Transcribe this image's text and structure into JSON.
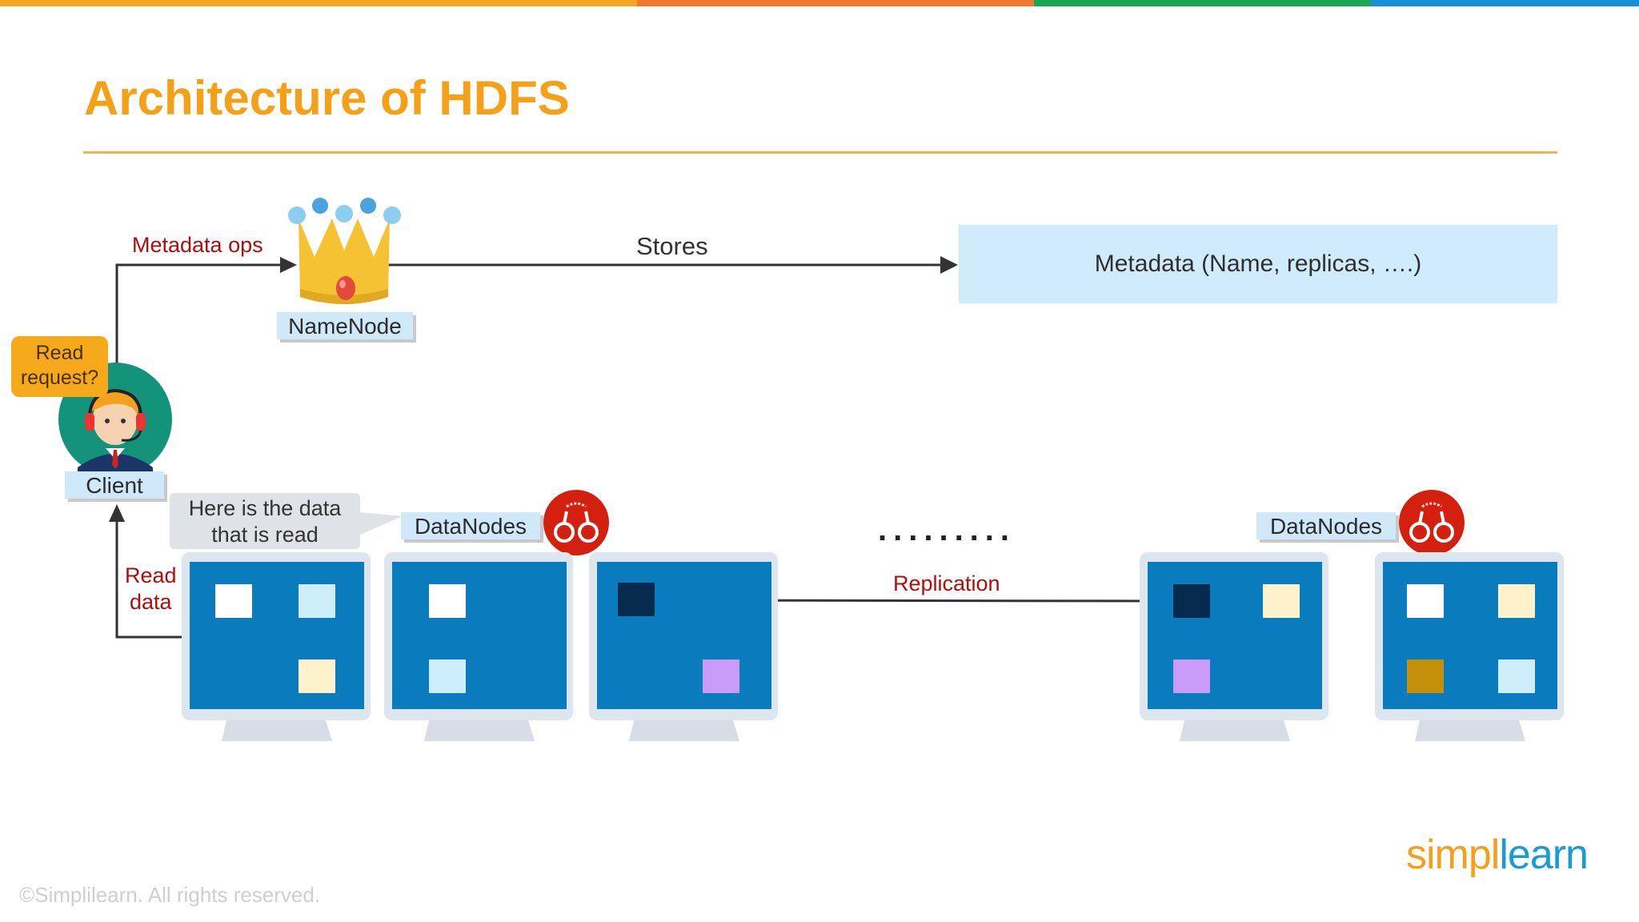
{
  "slide": {
    "title": "Architecture of HDFS",
    "copyright": "©Simplilearn. All rights reserved.",
    "brand": {
      "part1": "simpl",
      "part2": "learn"
    }
  },
  "diagram": {
    "namenode_label": "NameNode",
    "client_label": "Client",
    "datanodes_label_left": "DataNodes",
    "datanodes_label_right": "DataNodes",
    "metadata_box": "Metadata (Name, replicas, ….)",
    "stores_label": "Stores",
    "metadata_ops_label": "Metadata ops",
    "read_request_line1": "Read",
    "read_request_line2": "request?",
    "read_data_line1": "Read",
    "read_data_line2": "data",
    "data_read_line1": "Here is the data",
    "data_read_line2": "that is read",
    "replication_label": "Replication",
    "ellipsis": "........."
  },
  "colors": {
    "accent_title": "#f5a016",
    "arrow_red_text": "#b00d0d",
    "monitor_screen": "#0a7bbd",
    "block_white": "#ffffff",
    "block_lightblue": "#cfeefb",
    "block_cream": "#fdf2cc",
    "block_navy": "#062b4f",
    "block_purple": "#c89cf8",
    "block_gold": "#c4900a",
    "topbar": [
      "#f5a623",
      "#ef7a2e",
      "#1aa652",
      "#1a8fd6"
    ]
  },
  "icons": {
    "namenode": "crown-icon",
    "client": "support-agent-icon",
    "datanode": "handcuffs-icon"
  }
}
